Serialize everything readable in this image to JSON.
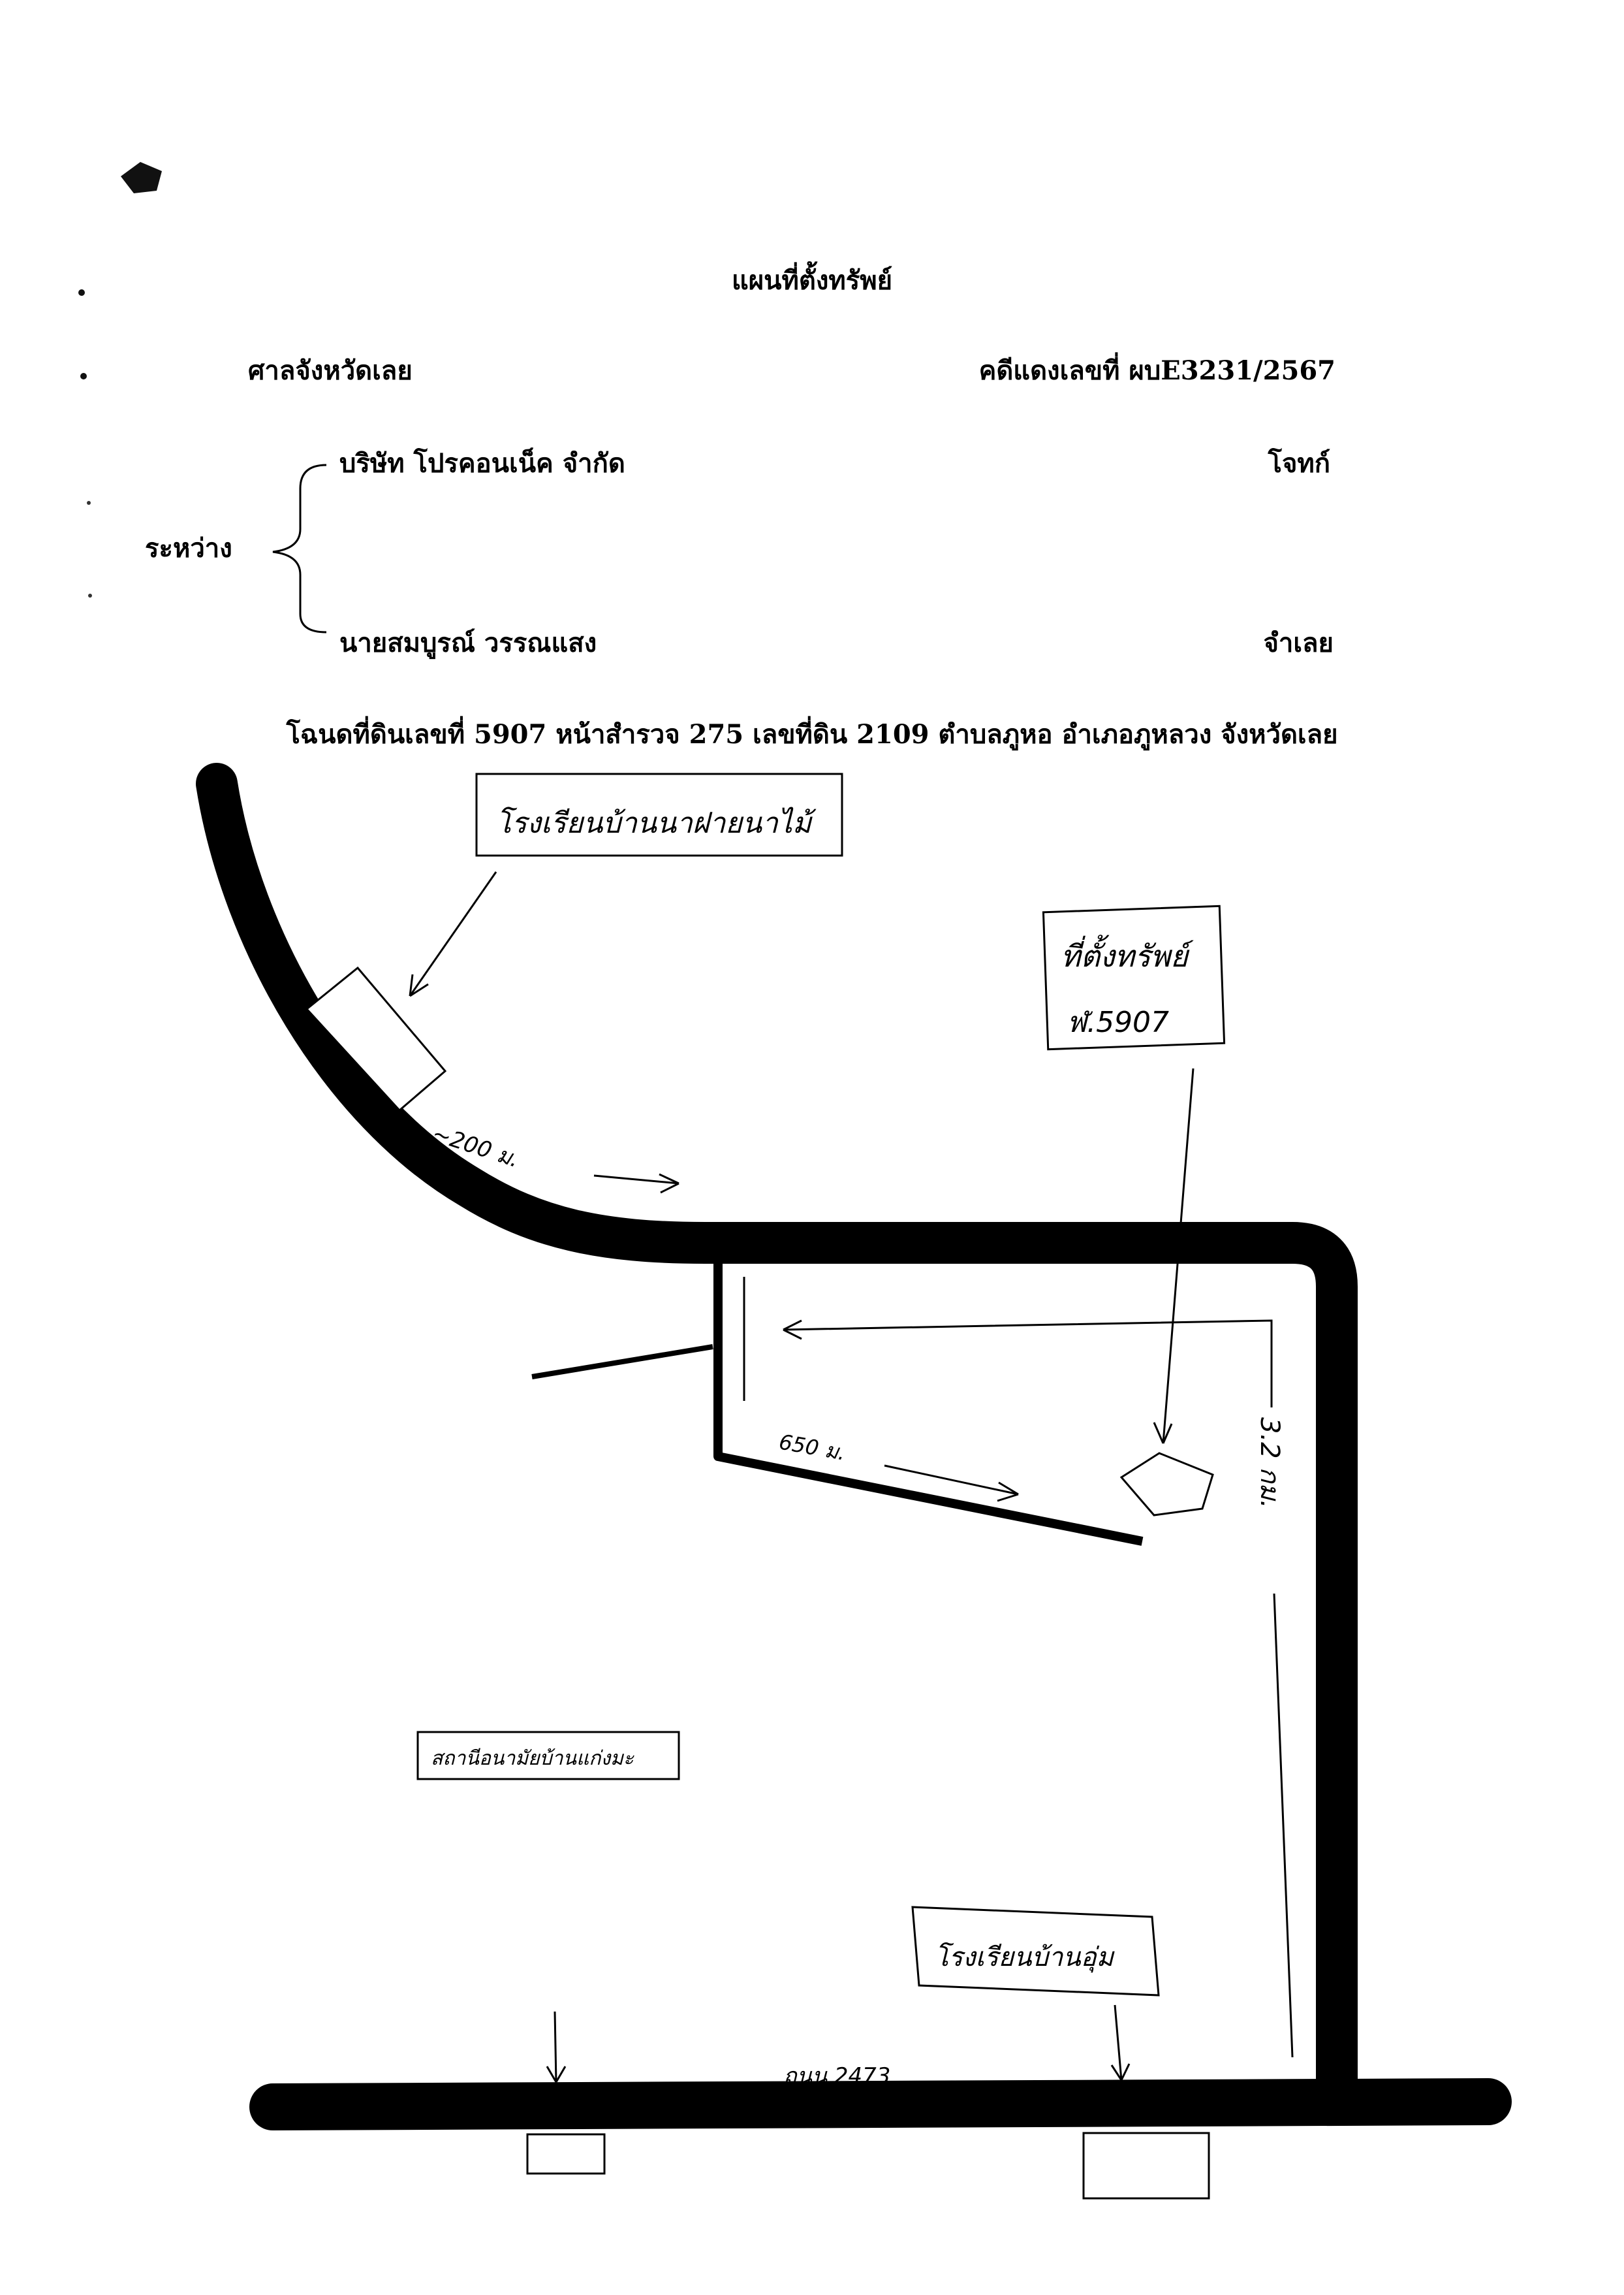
{
  "header": {
    "title": "แผนที่ตั้งทรัพย์",
    "court": "ศาลจังหวัดเลย",
    "case_number": "คดีแดงเลขที่ ผบE3231/2567"
  },
  "parties": {
    "between_label": "ระหว่าง",
    "plaintiff_name": "บริษัท โปรคอนเน็ค จำกัด",
    "plaintiff_role": "โจทก์",
    "defendant_name": "นายสมบูรณ์ วรรณแสง",
    "defendant_role": "จำเลย"
  },
  "deed_line": "โฉนดที่ดินเลขที่ 5907 หน้าสำรวจ 275 เลขที่ดิน 2109 ตำบลภูหอ อำเภอภูหลวง จังหวัดเลย",
  "map": {
    "labels": {
      "school_top": "โรงเรียนบ้านนาฝายนาไม้",
      "property_line1": "ที่ตั้งทรัพย์",
      "property_line2": "ฬ.5907",
      "distance_200": "~200 ม.",
      "distance_650": "650 ม.",
      "distance_32": "3.2 กม.",
      "road": "ถนน 2473",
      "health_center": "สถานีอนามัยบ้านแก่งมะ",
      "school_bottom": "โรงเรียนบ้านอุ่ม"
    }
  }
}
